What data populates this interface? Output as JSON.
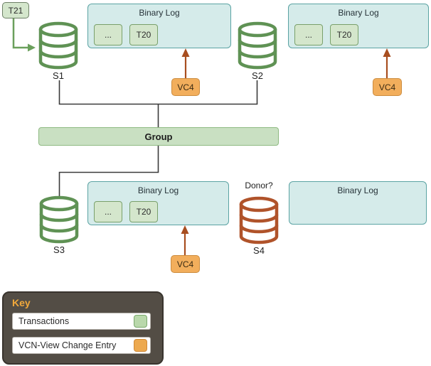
{
  "diagram": {
    "transaction_new": "T21",
    "group_label": "Group",
    "donor_label": "Donor?",
    "server_labels": [
      "S1",
      "S2",
      "S3",
      "S4"
    ],
    "binary_logs": [
      {
        "title": "Binary Log",
        "entries": [
          "...",
          "T20"
        ]
      },
      {
        "title": "Binary Log",
        "entries": [
          "...",
          "T20"
        ]
      },
      {
        "title": "Binary Log",
        "entries": [
          "...",
          "T20"
        ]
      },
      {
        "title": "Binary Log",
        "entries": []
      }
    ],
    "vcn_labels": [
      "VC4",
      "VC4",
      "VC4"
    ]
  },
  "key": {
    "title": "Key",
    "items": [
      {
        "label": "Transactions",
        "swatch_color": "#b9d8ab",
        "swatch_border": "#7aa86c"
      },
      {
        "label": "VCN-View Change Entry",
        "swatch_color": "#eda94f",
        "swatch_border": "#cf8937"
      }
    ]
  },
  "colors": {
    "transaction_fill": "#d4e6cc",
    "transaction_border": "#79a06b",
    "binary_log_fill": "#d5ebea",
    "binary_log_border": "#5ba3a3",
    "view_change_fill": "#f2ae5c",
    "view_change_border": "#cc8c3f",
    "server_icon_green": "#5f9254",
    "server_icon_rust": "#b0532a",
    "arrow_rust": "#a84e20",
    "arrow_green": "#6ba05c",
    "connector": "#3a3a3a",
    "key_background": "#534d45",
    "key_title_color": "#f2a93b"
  }
}
